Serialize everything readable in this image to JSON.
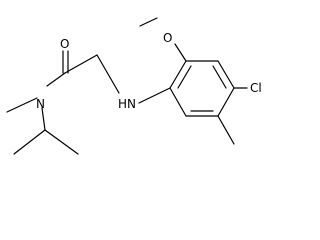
{
  "molecule": {
    "atoms": {
      "O_carbonyl": "O",
      "N_amide": "N",
      "NH": "HN",
      "O_methoxy": "O",
      "Cl": "Cl"
    }
  },
  "colors": {
    "bond": "#000000",
    "label": "#000000",
    "background": "#ffffff"
  }
}
